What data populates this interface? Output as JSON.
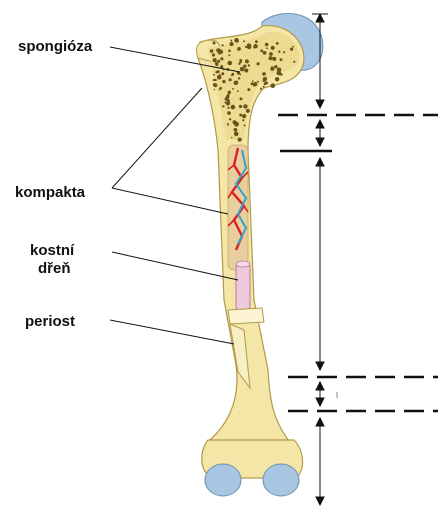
{
  "labels": {
    "spongioza": "spongióza",
    "kompakta": "kompakta",
    "kostni": "kostní",
    "dren": "dřeň",
    "periost": "periost"
  },
  "colors": {
    "bone_fill": "#f4e6a6",
    "bone_stroke": "#b09a4a",
    "spongy_dots": "#6a5318",
    "cartilage": "#a9c6e2",
    "marrow_tube": "#f0c8dc",
    "vessel_red": "#d8231e",
    "vessel_blue": "#3aa0c8",
    "lines": "#111111"
  },
  "icons": [
    "arrow-up-icon",
    "arrow-down-icon"
  ]
}
